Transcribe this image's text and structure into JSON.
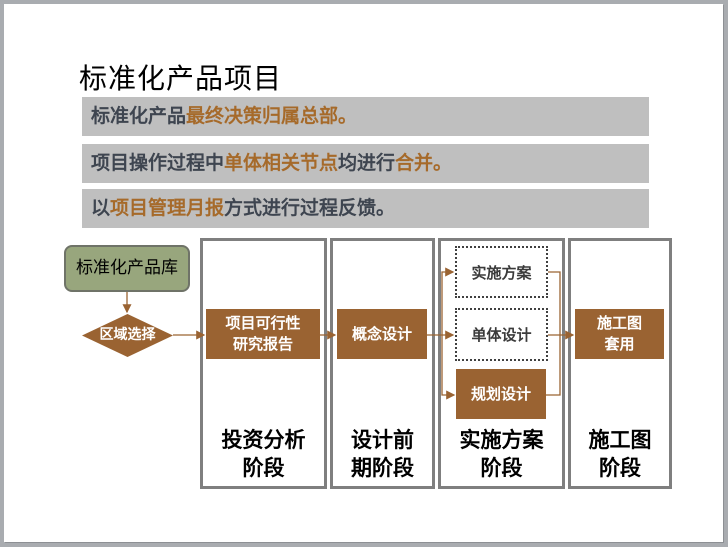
{
  "slide": {
    "title": "标准化产品项目",
    "bullets": [
      {
        "parts": [
          {
            "text": "标准化产品",
            "highlight": false
          },
          {
            "text": "最终决策归属总部。",
            "highlight": true
          }
        ]
      },
      {
        "parts": [
          {
            "text": "项目操作过程中",
            "highlight": false
          },
          {
            "text": "单体相关节点",
            "highlight": true
          },
          {
            "text": "均进行",
            "highlight": false
          },
          {
            "text": "合并。",
            "highlight": true
          }
        ]
      },
      {
        "parts": [
          {
            "text": "以",
            "highlight": false
          },
          {
            "text": "项目管理月报",
            "highlight": true
          },
          {
            "text": "方式进行过程反馈。",
            "highlight": false
          }
        ]
      }
    ]
  },
  "flow": {
    "library": "标准化产品库",
    "decision": "区域选择",
    "stages": [
      {
        "label_line1": "投资分析",
        "label_line2": "阶段",
        "nodes": [
          {
            "line1": "项目可行性",
            "line2": "研究报告"
          }
        ]
      },
      {
        "label_line1": "设计前",
        "label_line2": "期阶段",
        "nodes": [
          {
            "line1": "概念设计"
          }
        ]
      },
      {
        "label_line1": "实施方案",
        "label_line2": "阶段",
        "nodes": [
          {
            "line1": "实施方案",
            "style": "dotted"
          },
          {
            "line1": "单体设计",
            "style": "dotted"
          },
          {
            "line1": "规划设计",
            "style": "filled"
          }
        ]
      },
      {
        "label_line1": "施工图",
        "label_line2": "阶段",
        "nodes": [
          {
            "line1": "施工图",
            "line2": "套用"
          }
        ]
      }
    ]
  },
  "colors": {
    "bar_bg": "#bfbfbf",
    "bar_text": "#3e4550",
    "highlight": "#a66a2a",
    "node_brown": "#9a6332",
    "library_green": "#98a67d",
    "column_border": "#7f7f7f",
    "connector": "#9a6332"
  }
}
